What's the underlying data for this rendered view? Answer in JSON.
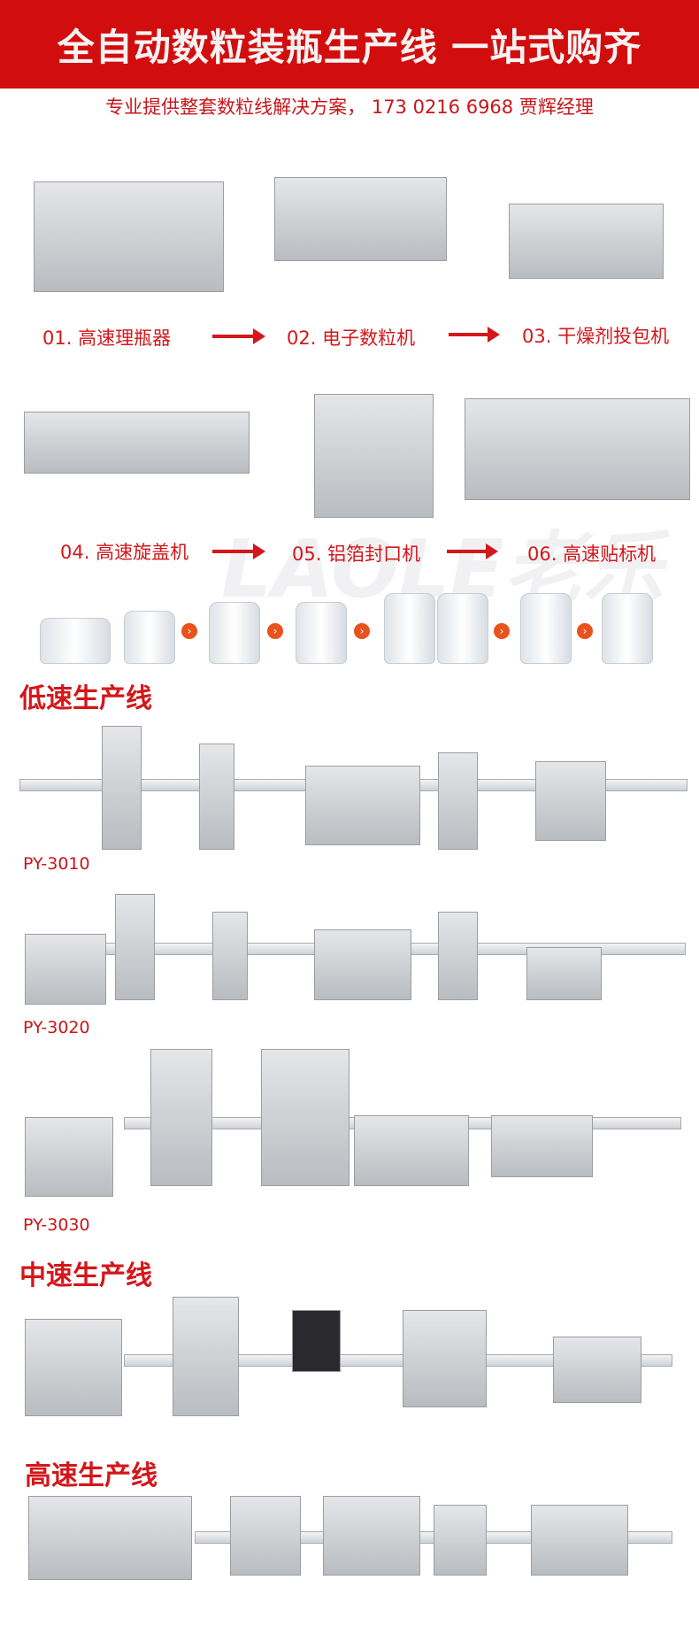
{
  "header": {
    "title": "全自动数粒装瓶生产线  一站式购齐",
    "subtitle": "专业提供整套数粒线解决方案，  173 0216 6968 贾辉经理"
  },
  "steps": [
    "01. 高速理瓶器",
    "02. 电子数粒机",
    "03. 干燥剂投包机",
    "04. 高速旋盖机",
    "05. 铝箔封口机",
    "06. 高速贴标机"
  ],
  "watermark": "LAOLE老乐",
  "sections": {
    "low": "低速生产线",
    "mid": "中速生产线",
    "high": "高速生产线"
  },
  "models": [
    "PY-3010",
    "PY-3020",
    "PY-3030"
  ],
  "colors": {
    "brand_red": "#d10d0e",
    "text_red": "#d3171b",
    "flow_arrow": "#e8521c"
  }
}
